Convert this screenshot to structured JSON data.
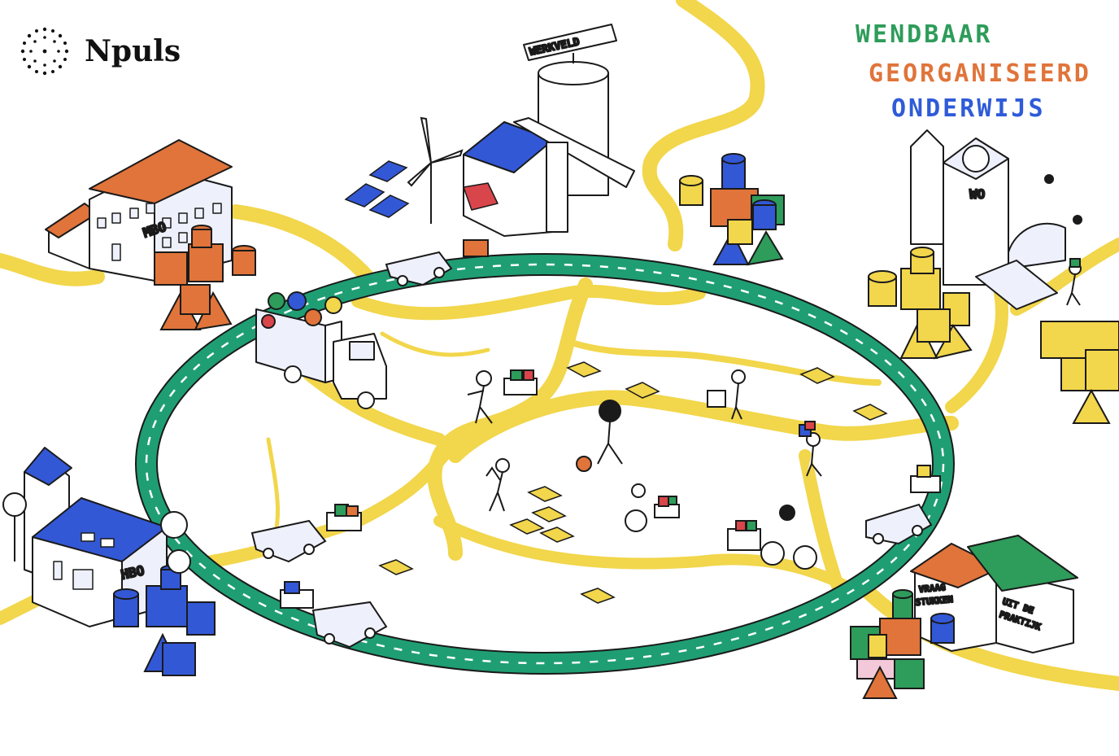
{
  "logo": {
    "name": "Npuls"
  },
  "title": {
    "line1": "WENDBAAR",
    "line2": "GEORGANISEERD",
    "line3": "ONDERWIJS",
    "letter_colors": [
      "#2e9c5a",
      "#e0743a",
      "#2f5bd8",
      "#1a1a1a",
      "#e8b820",
      "#d8454a",
      "#2e9c5a",
      "#2f5bd8",
      "#e0743a",
      "#1a1a1a",
      "#e8b820",
      "#2e9c5a",
      "#2f5bd8"
    ]
  },
  "buildings": {
    "mbo": "MBO",
    "hbo": "HBO",
    "wo": "WO",
    "werkveld": "WERKVELD",
    "vraagstukken_line1": "VRAAG",
    "vraagstukken_line2": "STUKKEN",
    "praktijk_line1": "UIT DE",
    "praktijk_line2": "PRAKTIJK"
  },
  "colors": {
    "ring_road": "#1f9e74",
    "yellow_path": "#f2d64b",
    "mbo_roof": "#e0743a",
    "hbo_roof": "#3358d6",
    "wo_blocks": "#f2d64b",
    "werkveld_roof": "#3358d6",
    "vraagstukken_roof": "#e0743a",
    "praktijk_roof": "#2e9c5a"
  }
}
